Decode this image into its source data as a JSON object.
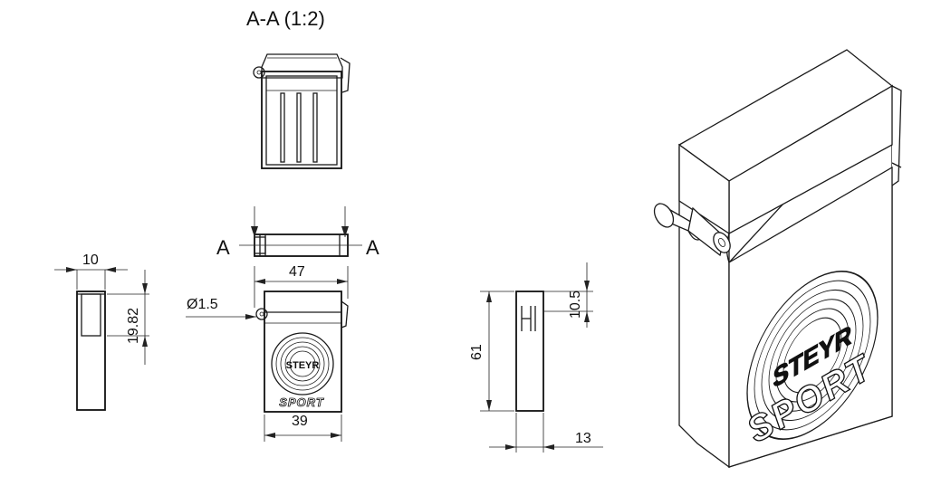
{
  "section_title": "A-A (1:2)",
  "section_marker": "A",
  "dimensions": {
    "side_width": "10",
    "slot_height": "19.82",
    "top_width": "47",
    "pin_diameter": "Ø1.5",
    "bottom_width": "39",
    "height": "61",
    "clip_height": "10.5",
    "depth": "13"
  },
  "logo_text": "SPORT"
}
